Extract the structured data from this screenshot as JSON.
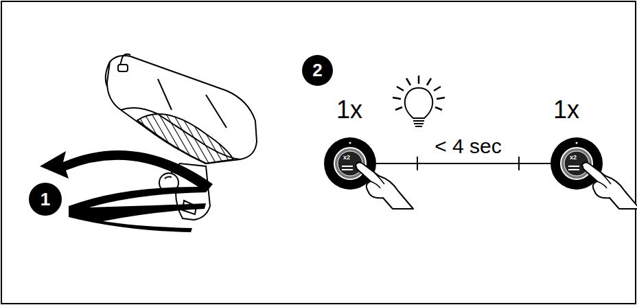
{
  "diagram": {
    "nodes": [
      {
        "text": [
          "1"
        ]
      },
      {
        "text": [
          "2"
        ]
      },
      {
        "text": [
          "x2"
        ]
      },
      {
        "text": [
          "x2"
        ]
      }
    ],
    "edges": [
      {
        "from": 2,
        "to": 3,
        "label": "< 4 sec",
        "arrow": "none"
      }
    ],
    "labels": [
      "1x",
      "1x"
    ]
  }
}
